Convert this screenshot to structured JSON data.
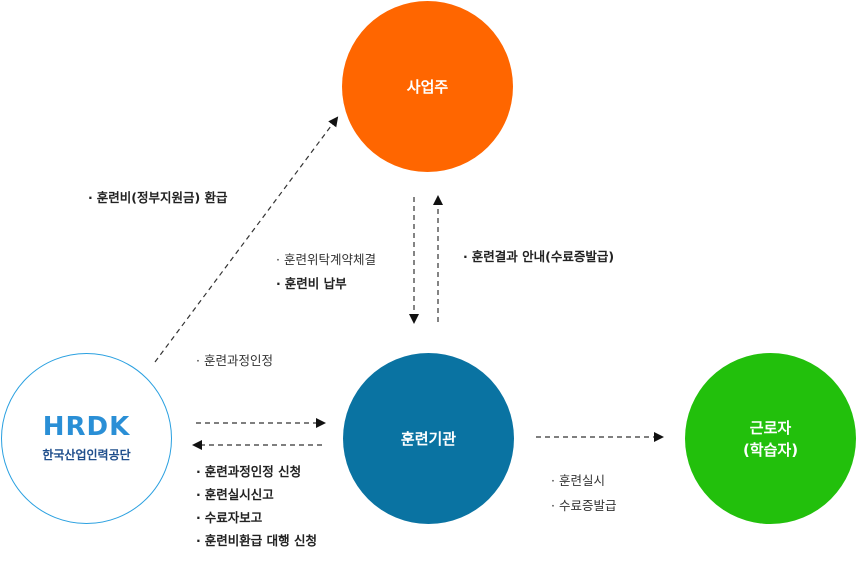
{
  "nodes": {
    "employer": {
      "label": "사업주",
      "color": "#ff6600"
    },
    "institute": {
      "label": "훈련기관",
      "color": "#0a73a2"
    },
    "worker": {
      "label": "근로자",
      "sublabel": "(학습자)",
      "color": "#22c00c"
    },
    "hrdk": {
      "logo": "HRDK",
      "name": "한국산업인력공단",
      "border_color": "#2aa0e0"
    }
  },
  "labels": {
    "refund": "훈련비(정부지원금) 환급",
    "contract": "훈련위탁계약체결",
    "payment": "훈련비 납부",
    "result_notice": "훈련결과 안내(수료증발급)",
    "course_approval": "훈련과정인정",
    "reports": [
      "훈련과정인정 신청",
      "훈련실시신고",
      "수료자보고",
      "훈련비환급 대행 신청"
    ],
    "training_conduct": "훈련실시",
    "certificate_issue": "수료증발급"
  },
  "bullet": "·"
}
